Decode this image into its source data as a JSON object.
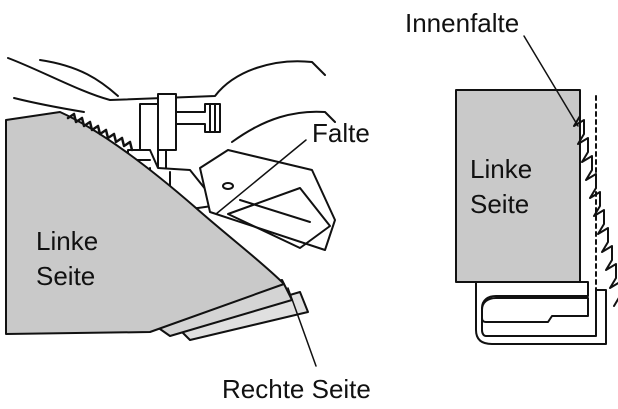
{
  "labels": {
    "linke_seite_left_1": "Linke",
    "linke_seite_left_2": "Seite",
    "falte": "Falte",
    "rechte_seite": "Rechte Seite",
    "innenfalte": "Innenfalte",
    "linke_seite_right_1": "Linke",
    "linke_seite_right_2": "Seite"
  },
  "colors": {
    "fabric_fill": "#c9c9c9",
    "fabric_light": "#e0e0e0",
    "line": "#111111",
    "background": "#ffffff"
  },
  "icons": {
    "left_figure": "sewing-machine-presser-foot",
    "right_figure": "blind-hem-stitch-diagram"
  }
}
